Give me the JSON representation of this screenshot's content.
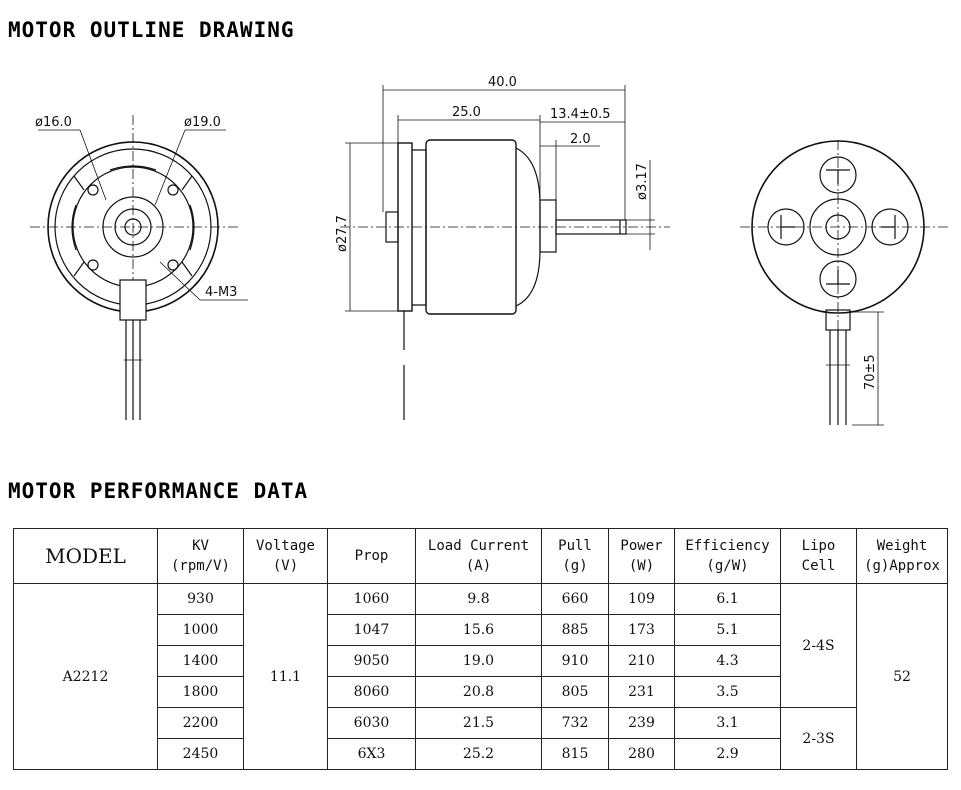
{
  "sections": {
    "outline_title": "MOTOR OUTLINE DRAWING",
    "performance_title": "MOTOR PERFORMANCE DATA"
  },
  "drawing": {
    "dim_front_inner": "ø16.0",
    "dim_front_outer": "ø19.0",
    "dim_mount_holes": "4-M3",
    "dim_length_total": "40.0",
    "dim_body_length": "25.0",
    "dim_shaft_length": "13.4±0.5",
    "dim_shaft_step": "2.0",
    "dim_shaft_dia": "ø3.17",
    "dim_body_dia": "ø27.7",
    "dim_lead_length": "70±5"
  },
  "table": {
    "headers": {
      "model": "MODEL",
      "kv": [
        "KV",
        "(rpm/V)"
      ],
      "voltage": [
        "Voltage",
        "(V)"
      ],
      "prop": [
        "Prop"
      ],
      "current": [
        "Load Current",
        "(A)"
      ],
      "pull": [
        "Pull",
        "(g)"
      ],
      "power": [
        "Power",
        "(W)"
      ],
      "efficiency": [
        "Efficiency",
        "(g/W)"
      ],
      "lipo": [
        "Lipo",
        "Cell"
      ],
      "weight": [
        "Weight",
        "(g)Approx"
      ]
    },
    "model": "A2212",
    "voltage": "11.1",
    "weight": "52",
    "lipo_a": "2-4S",
    "lipo_b": "2-3S",
    "rows": [
      {
        "kv": "930",
        "prop": "1060",
        "current": "9.8",
        "pull": "660",
        "power": "109",
        "eff": "6.1"
      },
      {
        "kv": "1000",
        "prop": "1047",
        "current": "15.6",
        "pull": "885",
        "power": "173",
        "eff": "5.1"
      },
      {
        "kv": "1400",
        "prop": "9050",
        "current": "19.0",
        "pull": "910",
        "power": "210",
        "eff": "4.3"
      },
      {
        "kv": "1800",
        "prop": "8060",
        "current": "20.8",
        "pull": "805",
        "power": "231",
        "eff": "3.5"
      },
      {
        "kv": "2200",
        "prop": "6030",
        "current": "21.5",
        "pull": "732",
        "power": "239",
        "eff": "3.1"
      },
      {
        "kv": "2450",
        "prop": "6X3",
        "current": "25.2",
        "pull": "815",
        "power": "280",
        "eff": "2.9"
      }
    ]
  }
}
